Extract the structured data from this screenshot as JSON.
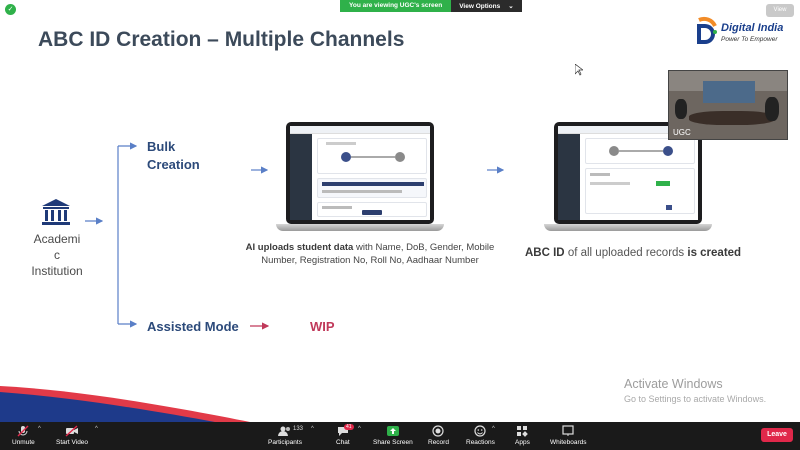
{
  "zoom": {
    "share_banner": "You are viewing UGC's screen",
    "view_options": "View Options",
    "view_button": "View",
    "video_participant": "UGC",
    "toolbar": {
      "unmute": "Unmute",
      "start_video": "Start Video",
      "participants": "Participants",
      "participants_count": "133",
      "chat": "Chat",
      "chat_badge": "41",
      "share_screen": "Share Screen",
      "record": "Record",
      "reactions": "Reactions",
      "apps": "Apps",
      "whiteboards": "Whiteboards",
      "leave": "Leave"
    }
  },
  "slide": {
    "title": "ABC ID Creation – Multiple Channels",
    "logo": {
      "name": "Digital India",
      "tagline": "Power To Empower"
    },
    "institution_lines": [
      "Academi",
      "c",
      "Institution"
    ],
    "bulk_lines": [
      "Bulk",
      "Creation"
    ],
    "assisted_mode": "Assisted Mode",
    "wip": "WIP",
    "caption_upload": {
      "bold": "AI uploads student data",
      "rest_1": " with Name, DoB, Gender, Mobile",
      "line_2": "Number, Registration No, Roll No, Aadhaar Number"
    },
    "caption_created": {
      "part1": "ABC ID",
      "part2": " of all uploaded records ",
      "part3": "is created"
    }
  },
  "watermark": {
    "line1": "Activate Windows",
    "line2": "Go to Settings to activate Windows."
  },
  "colors": {
    "share_green": "#2fb14a",
    "title_text": "#3c4a5a",
    "channel_blue": "#2c4a7a",
    "wip_red": "#c0395a",
    "connector_blue": "#5a7fc7",
    "leave_red": "#e0284a"
  }
}
